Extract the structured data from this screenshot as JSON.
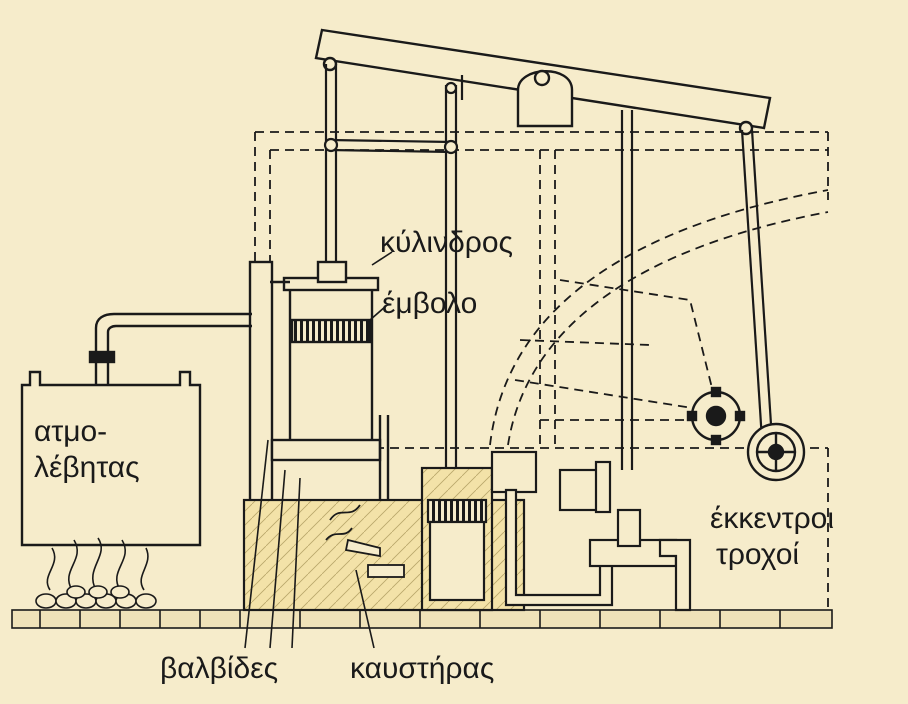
{
  "labels": {
    "cylinder": "κύλινδρος",
    "piston": "έμβολο",
    "boiler_line1": "ατμο-",
    "boiler_line2": "λέβητας",
    "eccentrics_line1": "έκκεντροι",
    "eccentrics_line2": "τροχοί",
    "valves": "βαλβίδες",
    "burner": "καυστήρας"
  },
  "colors": {
    "background": "#f6eccb",
    "ink": "#1a1a1a",
    "water": "#f3e2a8",
    "water_edge": "#7a6a3c"
  }
}
